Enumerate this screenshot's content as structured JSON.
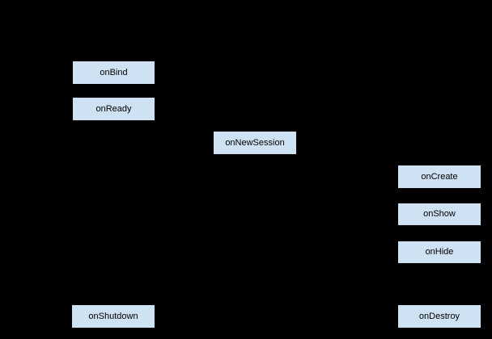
{
  "diagram": {
    "canvas_bg": "#000000",
    "node_fill": "#cfe2f3",
    "node_border": "#000000",
    "node_text_color": "#000000",
    "nodes": [
      {
        "label": "onBind"
      },
      {
        "label": "onReady"
      },
      {
        "label": "onNewSession"
      },
      {
        "label": "onCreate"
      },
      {
        "label": "onShow"
      },
      {
        "label": "onHide"
      },
      {
        "label": "onShutdown"
      },
      {
        "label": "onDestroy"
      }
    ]
  }
}
